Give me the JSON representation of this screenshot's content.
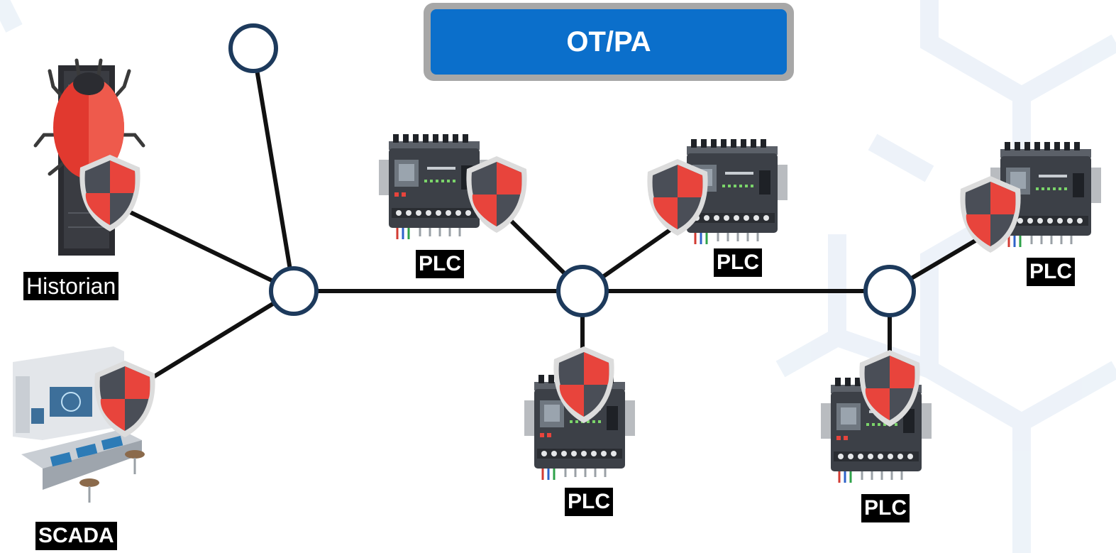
{
  "title": "OT/PA",
  "labels": {
    "historian": "Historian",
    "scada": "SCADA",
    "plc_1": "PLC",
    "plc_2": "PLC",
    "plc_3": "PLC",
    "plc_4": "PLC",
    "plc_5": "PLC"
  },
  "colors": {
    "title_bg": "#0b6fcb",
    "title_border": "#a7a7a7",
    "node_stroke": "#1d3a5c",
    "link": "#111111",
    "shield_red": "#e8443c",
    "shield_dark": "#4a4e57",
    "label_bg": "#000000"
  }
}
